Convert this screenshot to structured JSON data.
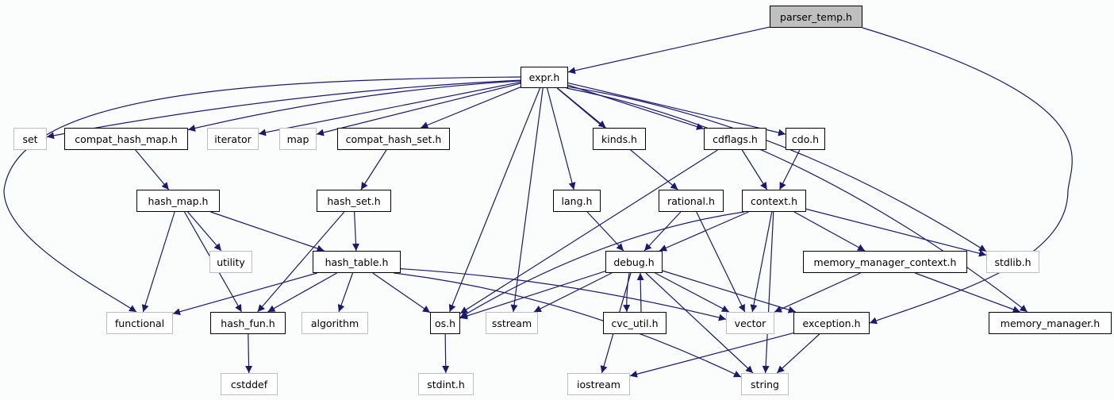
{
  "title": "parser_temp.h include dependency graph",
  "colors": {
    "edge": "#191970",
    "root_fill": "#bfbfbf",
    "project_border": "#000000",
    "system_border": "#bfbfbf",
    "background": "#fbfdfc"
  },
  "nodes": [
    {
      "id": "parser_temp",
      "label": "parser_temp.h",
      "kind": "root"
    },
    {
      "id": "expr",
      "label": "expr.h",
      "kind": "project"
    },
    {
      "id": "set",
      "label": "set",
      "kind": "system"
    },
    {
      "id": "compat_hash_map",
      "label": "compat_hash_map.h",
      "kind": "project"
    },
    {
      "id": "iterator",
      "label": "iterator",
      "kind": "system"
    },
    {
      "id": "map",
      "label": "map",
      "kind": "system"
    },
    {
      "id": "compat_hash_set",
      "label": "compat_hash_set.h",
      "kind": "project"
    },
    {
      "id": "kinds",
      "label": "kinds.h",
      "kind": "project"
    },
    {
      "id": "cdflags",
      "label": "cdflags.h",
      "kind": "project"
    },
    {
      "id": "cdo",
      "label": "cdo.h",
      "kind": "project"
    },
    {
      "id": "hash_map",
      "label": "hash_map.h",
      "kind": "project"
    },
    {
      "id": "hash_set",
      "label": "hash_set.h",
      "kind": "project"
    },
    {
      "id": "lang",
      "label": "lang.h",
      "kind": "project"
    },
    {
      "id": "rational",
      "label": "rational.h",
      "kind": "project"
    },
    {
      "id": "context",
      "label": "context.h",
      "kind": "project"
    },
    {
      "id": "utility",
      "label": "utility",
      "kind": "system"
    },
    {
      "id": "hash_table",
      "label": "hash_table.h",
      "kind": "project"
    },
    {
      "id": "debug",
      "label": "debug.h",
      "kind": "project"
    },
    {
      "id": "memory_manager_context",
      "label": "memory_manager_context.h",
      "kind": "project"
    },
    {
      "id": "stdlib",
      "label": "stdlib.h",
      "kind": "system"
    },
    {
      "id": "functional",
      "label": "functional",
      "kind": "system"
    },
    {
      "id": "hash_fun",
      "label": "hash_fun.h",
      "kind": "project"
    },
    {
      "id": "algorithm",
      "label": "algorithm",
      "kind": "system"
    },
    {
      "id": "os",
      "label": "os.h",
      "kind": "project"
    },
    {
      "id": "sstream",
      "label": "sstream",
      "kind": "system"
    },
    {
      "id": "cvc_util",
      "label": "cvc_util.h",
      "kind": "project"
    },
    {
      "id": "vector",
      "label": "vector",
      "kind": "system"
    },
    {
      "id": "exception",
      "label": "exception.h",
      "kind": "project"
    },
    {
      "id": "memory_manager",
      "label": "memory_manager.h",
      "kind": "project"
    },
    {
      "id": "cstddef",
      "label": "cstddef",
      "kind": "system"
    },
    {
      "id": "stdint",
      "label": "stdint.h",
      "kind": "system"
    },
    {
      "id": "iostream",
      "label": "iostream",
      "kind": "system"
    },
    {
      "id": "string",
      "label": "string",
      "kind": "system"
    }
  ],
  "edges": [
    [
      "parser_temp",
      "expr"
    ],
    [
      "parser_temp",
      "exception"
    ],
    [
      "expr",
      "set"
    ],
    [
      "expr",
      "compat_hash_map"
    ],
    [
      "expr",
      "iterator"
    ],
    [
      "expr",
      "map"
    ],
    [
      "expr",
      "compat_hash_set"
    ],
    [
      "expr",
      "kinds"
    ],
    [
      "expr",
      "cdflags"
    ],
    [
      "expr",
      "cdo"
    ],
    [
      "expr",
      "lang"
    ],
    [
      "expr",
      "rational"
    ],
    [
      "expr",
      "os"
    ],
    [
      "expr",
      "sstream"
    ],
    [
      "expr",
      "functional"
    ],
    [
      "expr",
      "stdlib"
    ],
    [
      "expr",
      "memory_manager"
    ],
    [
      "compat_hash_map",
      "hash_map"
    ],
    [
      "compat_hash_set",
      "hash_set"
    ],
    [
      "hash_map",
      "functional"
    ],
    [
      "hash_map",
      "hash_fun"
    ],
    [
      "hash_map",
      "utility"
    ],
    [
      "hash_map",
      "hash_table"
    ],
    [
      "hash_set",
      "hash_table"
    ],
    [
      "hash_set",
      "hash_fun"
    ],
    [
      "hash_table",
      "functional"
    ],
    [
      "hash_table",
      "hash_fun"
    ],
    [
      "hash_table",
      "algorithm"
    ],
    [
      "hash_table",
      "os"
    ],
    [
      "hash_table",
      "vector"
    ],
    [
      "hash_table",
      "string"
    ],
    [
      "hash_fun",
      "cstddef"
    ],
    [
      "os",
      "stdint"
    ],
    [
      "cdflags",
      "context"
    ],
    [
      "cdflags",
      "os"
    ],
    [
      "cdo",
      "context"
    ],
    [
      "lang",
      "debug"
    ],
    [
      "rational",
      "debug"
    ],
    [
      "rational",
      "vector"
    ],
    [
      "context",
      "debug"
    ],
    [
      "context",
      "os"
    ],
    [
      "context",
      "vector"
    ],
    [
      "context",
      "string"
    ],
    [
      "context",
      "memory_manager_context"
    ],
    [
      "context",
      "stdlib"
    ],
    [
      "memory_manager_context",
      "vector"
    ],
    [
      "memory_manager_context",
      "memory_manager"
    ],
    [
      "debug",
      "os"
    ],
    [
      "debug",
      "sstream"
    ],
    [
      "debug",
      "cvc_util"
    ],
    [
      "debug",
      "vector"
    ],
    [
      "debug",
      "exception"
    ],
    [
      "debug",
      "iostream"
    ],
    [
      "debug",
      "string"
    ],
    [
      "cvc_util",
      "debug"
    ],
    [
      "exception",
      "iostream"
    ],
    [
      "exception",
      "string"
    ]
  ]
}
